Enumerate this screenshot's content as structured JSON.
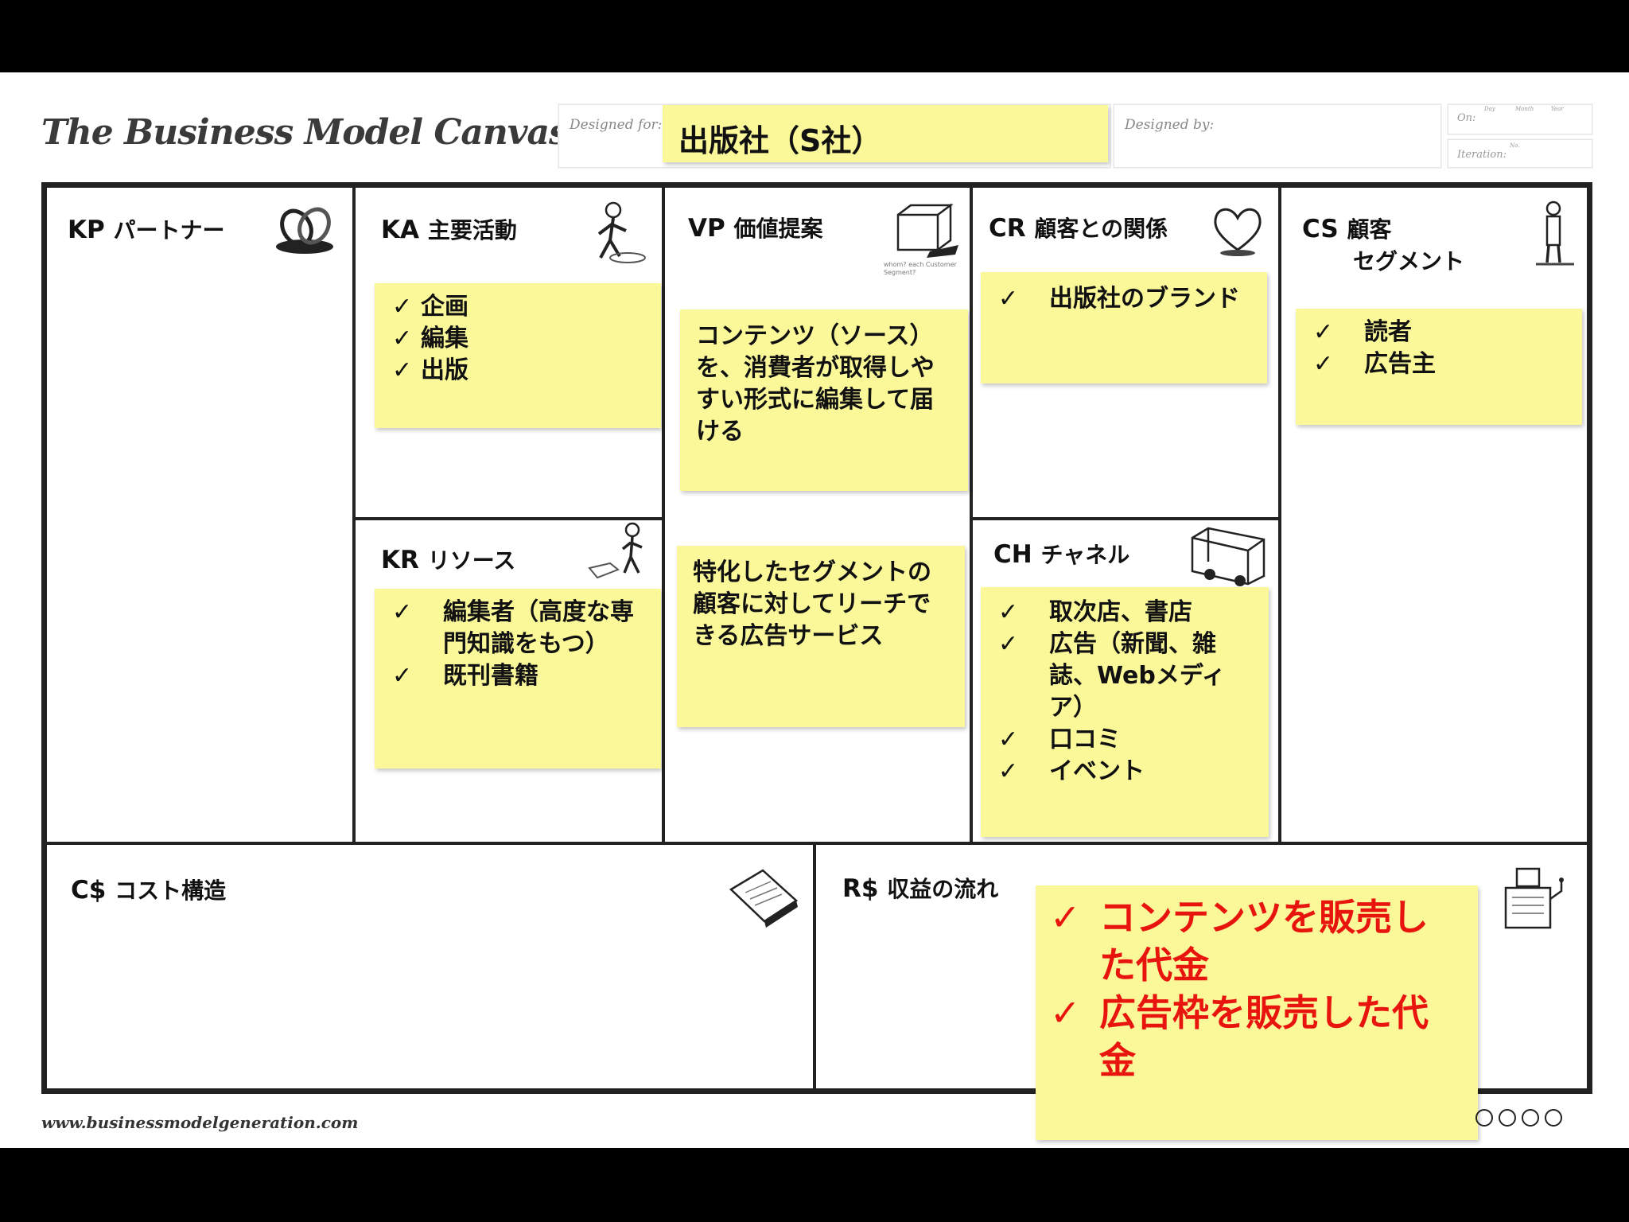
{
  "header": {
    "title": "The Business Model Canvas",
    "designed_for_label": "Designed for:",
    "designed_for_value": "出版社（S社）",
    "designed_by_label": "Designed by:",
    "on_label": "On:",
    "day_label": "Day",
    "month_label": "Month",
    "year_label": "Year",
    "iteration_label": "Iteration:",
    "no_label": "No."
  },
  "blocks": {
    "kp": {
      "code": "KP",
      "name": "パートナー"
    },
    "ka": {
      "code": "KA",
      "name": "主要活動",
      "items": [
        "企画",
        "編集",
        "出版"
      ]
    },
    "kr": {
      "code": "KR",
      "name": "リソース",
      "items": [
        "編集者（高度な専門知識をもつ）",
        "既刊書籍"
      ]
    },
    "vp": {
      "code": "VP",
      "name": "価値提案",
      "sub": "whom? each Customer Segment?",
      "notes": [
        "コンテンツ（ソース）を、消費者が取得しやすい形式に編集して届ける",
        "特化したセグメントの顧客に対してリーチできる広告サービス"
      ]
    },
    "cr": {
      "code": "CR",
      "name": "顧客との関係",
      "items": [
        "出版社のブランド"
      ]
    },
    "ch": {
      "code": "CH",
      "name": "チャネル",
      "items": [
        "取次店、書店",
        "広告（新聞、雑誌、Webメディア）",
        "口コミ",
        "イベント"
      ]
    },
    "cs": {
      "code": "CS",
      "name_line1": "顧客",
      "name_line2": "セグメント",
      "items": [
        "読者",
        "広告主"
      ]
    },
    "cost": {
      "code": "C$",
      "name": "コスト構造"
    },
    "revenue": {
      "code": "R$",
      "name": "収益の流れ",
      "items": [
        "コンテンツを販売した代金",
        "広告枠を販売した代金"
      ]
    }
  },
  "check_mark": "✓",
  "footer": {
    "url": "www.businessmodelgeneration.com"
  },
  "colors": {
    "sticky": "#fbf89a",
    "revenue_text": "#e8150e",
    "border": "#222222"
  }
}
